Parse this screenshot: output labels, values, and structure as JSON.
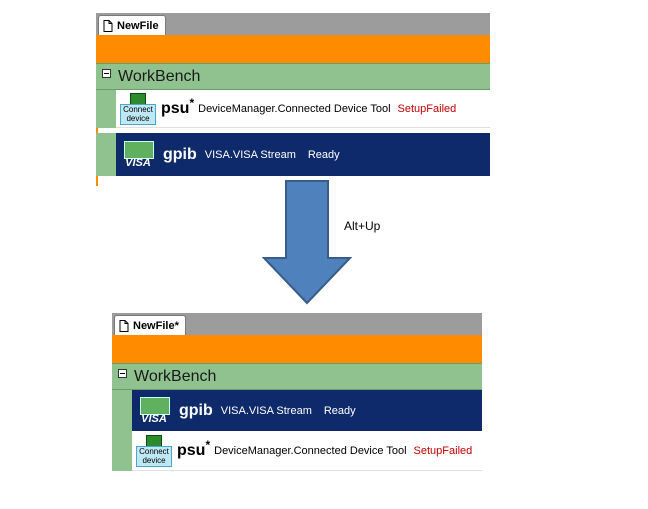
{
  "top_panel": {
    "tab_label": "NewFile",
    "group_label": "WorkBench",
    "items": [
      {
        "name": "psu",
        "modified_mark": "*",
        "type": "DeviceManager.Connected Device Tool",
        "status": "SetupFailed",
        "icon_label": "Connect device",
        "icon": "connect-device-icon"
      },
      {
        "name": "gpib",
        "modified_mark": "",
        "type": "VISA.VISA Stream",
        "status": "Ready",
        "icon_label": "VISA",
        "icon": "visa-icon"
      }
    ]
  },
  "hotkey_label": "Alt+Up",
  "bottom_panel": {
    "tab_label": "NewFile*",
    "group_label": "WorkBench",
    "items": [
      {
        "name": "gpib",
        "modified_mark": "",
        "type": "VISA.VISA Stream",
        "status": "Ready",
        "icon_label": "VISA",
        "icon": "visa-icon"
      },
      {
        "name": "psu",
        "modified_mark": "*",
        "type": "DeviceManager.Connected Device Tool",
        "status": "SetupFailed",
        "icon_label": "Connect device",
        "icon": "connect-device-icon"
      }
    ]
  },
  "colors": {
    "tab_bar": "#9c9c9c",
    "toolbar_orange": "#ff8c00",
    "group_green": "#8fc28f",
    "selected_navy": "#0f2a6b",
    "error_red": "#c00000",
    "arrow_blue": "#4f81bd"
  }
}
